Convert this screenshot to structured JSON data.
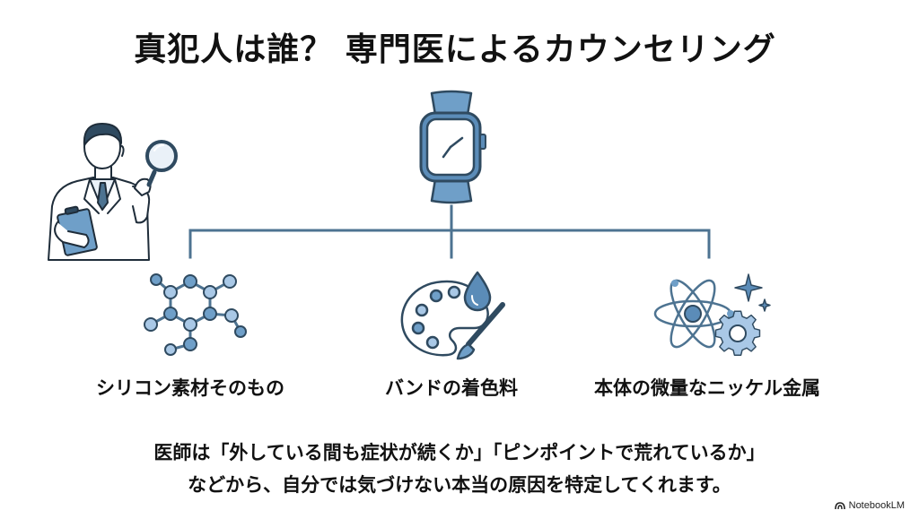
{
  "title": "真犯人は誰？ 専門医によるカウンセリング",
  "top_node": {
    "icon": "smartwatch-icon"
  },
  "illustration": {
    "icon": "doctor-with-magnifier-icon"
  },
  "branches": [
    {
      "label": "シリコン素材そのもの",
      "icon": "molecule-icon"
    },
    {
      "label": "バンドの着色料",
      "icon": "palette-drop-brush-icon"
    },
    {
      "label": "本体の微量なニッケル金属",
      "icon": "atom-gear-icon"
    }
  ],
  "summary": {
    "line1": "医師は「外している間も症状が続くか」「ピンポイントで荒れているか」",
    "line2": "などから、自分では気づけない本当の原因を特定してくれます。"
  },
  "footer": {
    "brand": "NotebookLM"
  },
  "colors": {
    "line": "#4d7391",
    "accent": "#6f9fc8",
    "accent_light": "#a9c8e6",
    "text": "#111111"
  }
}
